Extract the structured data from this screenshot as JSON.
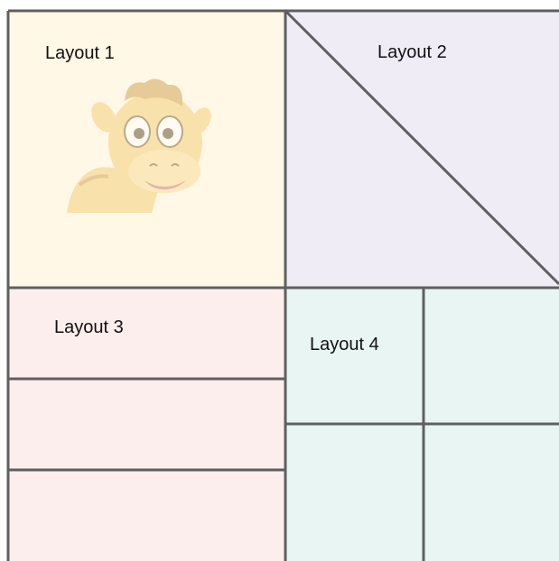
{
  "layouts": [
    {
      "label": "Layout 1",
      "fill": "#fff8e6",
      "illustration": "camel-illustration"
    },
    {
      "label": "Layout 2",
      "fill": "#efecf6"
    },
    {
      "label": "Layout 3",
      "fill": "#fdeeee"
    },
    {
      "label": "Layout 4",
      "fill": "#e8f5f2"
    }
  ],
  "colors": {
    "border": "#5f5f5f",
    "camel_body": "#f3c766",
    "camel_hair": "#c9953a",
    "camel_muzzle": "#f7d98a",
    "camel_mouth": "#c7666a"
  }
}
